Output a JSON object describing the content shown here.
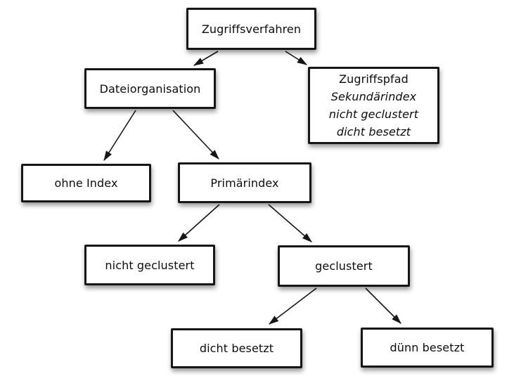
{
  "diagram": {
    "title": "Zugriffsverfahren",
    "colors": {
      "background": "#ffffff",
      "box_fill": "#ffffff",
      "box_border": "#161616",
      "text": "#0d0d0d",
      "arrow": "#161616"
    },
    "nodes": {
      "zugriffsverfahren": {
        "label": "Zugriffsverfahren"
      },
      "dateiorganisation": {
        "label": "Dateiorganisation"
      },
      "zugriffspfad": {
        "lines": [
          "Zugriffspfad",
          "Sekundärindex",
          "nicht geclustert",
          "dicht besetzt"
        ]
      },
      "ohne_index": {
        "label": "ohne Index"
      },
      "primaerindex": {
        "label": "Primärindex"
      },
      "nicht_geclustert": {
        "label": "nicht geclustert"
      },
      "geclustert": {
        "label": "geclustert"
      },
      "dicht_besetzt": {
        "label": "dicht besetzt"
      },
      "duenn_besetzt": {
        "label": "dünn besetzt"
      }
    },
    "edges": [
      {
        "from": "Zugriffsverfahren",
        "to": "Dateiorganisation"
      },
      {
        "from": "Zugriffsverfahren",
        "to": "Zugriffspfad"
      },
      {
        "from": "Dateiorganisation",
        "to": "ohne Index"
      },
      {
        "from": "Dateiorganisation",
        "to": "Primärindex"
      },
      {
        "from": "Primärindex",
        "to": "nicht geclustert"
      },
      {
        "from": "Primärindex",
        "to": "geclustert"
      },
      {
        "from": "geclustert",
        "to": "dicht besetzt"
      },
      {
        "from": "geclustert",
        "to": "dünn besetzt"
      }
    ]
  }
}
